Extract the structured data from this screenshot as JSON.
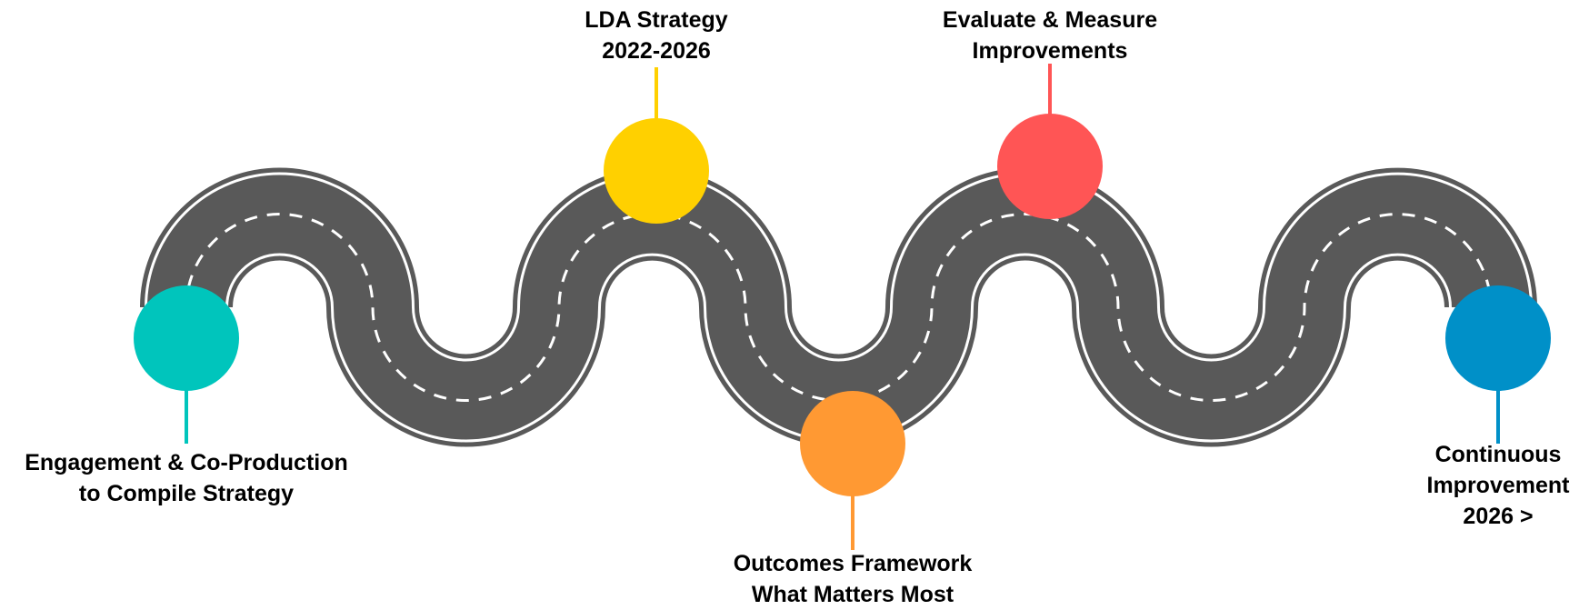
{
  "milestones": [
    {
      "id": "engagement",
      "color": "#00C5BC",
      "lines": [
        "Engagement & Co-Production",
        "to Compile Strategy"
      ]
    },
    {
      "id": "strategy",
      "color": "#FFD000",
      "lines": [
        "LDA Strategy",
        "2022-2026"
      ]
    },
    {
      "id": "outcomes",
      "color": "#FF9933",
      "lines": [
        "Outcomes Framework",
        "What Matters Most"
      ]
    },
    {
      "id": "evaluate",
      "color": "#FF5555",
      "lines": [
        "Evaluate & Measure",
        "Improvements"
      ]
    },
    {
      "id": "continuous",
      "color": "#0090C8",
      "lines": [
        "Continuous",
        "Improvement",
        "2026 >"
      ]
    }
  ],
  "road": {
    "asphalt": "#595959",
    "edge": "#ffffff",
    "dash": "#ffffff"
  }
}
